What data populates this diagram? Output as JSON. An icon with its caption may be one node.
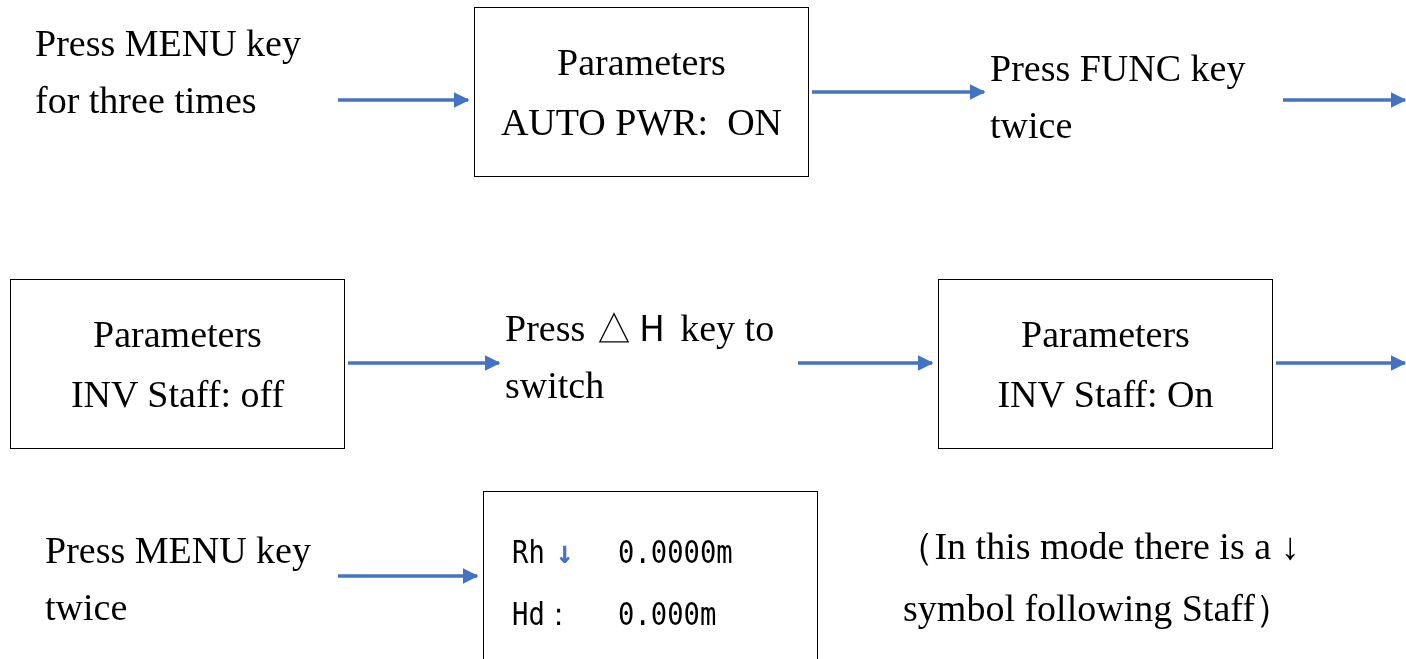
{
  "diagram": {
    "nodes": [
      {
        "text": [
          "Press MENU key for three times"
        ]
      },
      {
        "text": [
          "Parameters",
          "AUTO PWR:  ON"
        ]
      },
      {
        "text": [
          "Press FUNC key twice"
        ]
      },
      {
        "text": [
          "Parameters",
          "INV Staff: off"
        ]
      },
      {
        "text": [
          "Press △Ｈ key to switch"
        ]
      },
      {
        "text": [
          "Parameters",
          "INV Staff: On"
        ]
      },
      {
        "text": [
          "Press MENU key twice"
        ]
      },
      {
        "text": [
          "Rh",
          "↓",
          "0.0000m",
          "Hd：",
          "0.000m"
        ]
      }
    ],
    "edges": [
      {
        "from": 0,
        "to": 1,
        "arrow": "to"
      },
      {
        "from": 1,
        "to": 2,
        "arrow": "to"
      },
      {
        "from": 2,
        "to": null,
        "arrow": "to"
      },
      {
        "from": 3,
        "to": 4,
        "arrow": "to"
      },
      {
        "from": 4,
        "to": 5,
        "arrow": "to"
      },
      {
        "from": 5,
        "to": null,
        "arrow": "to"
      },
      {
        "from": 6,
        "to": 7,
        "arrow": "to"
      }
    ],
    "labels": [
      "（In this mode there is a ↓ symbol following Staff）"
    ]
  }
}
